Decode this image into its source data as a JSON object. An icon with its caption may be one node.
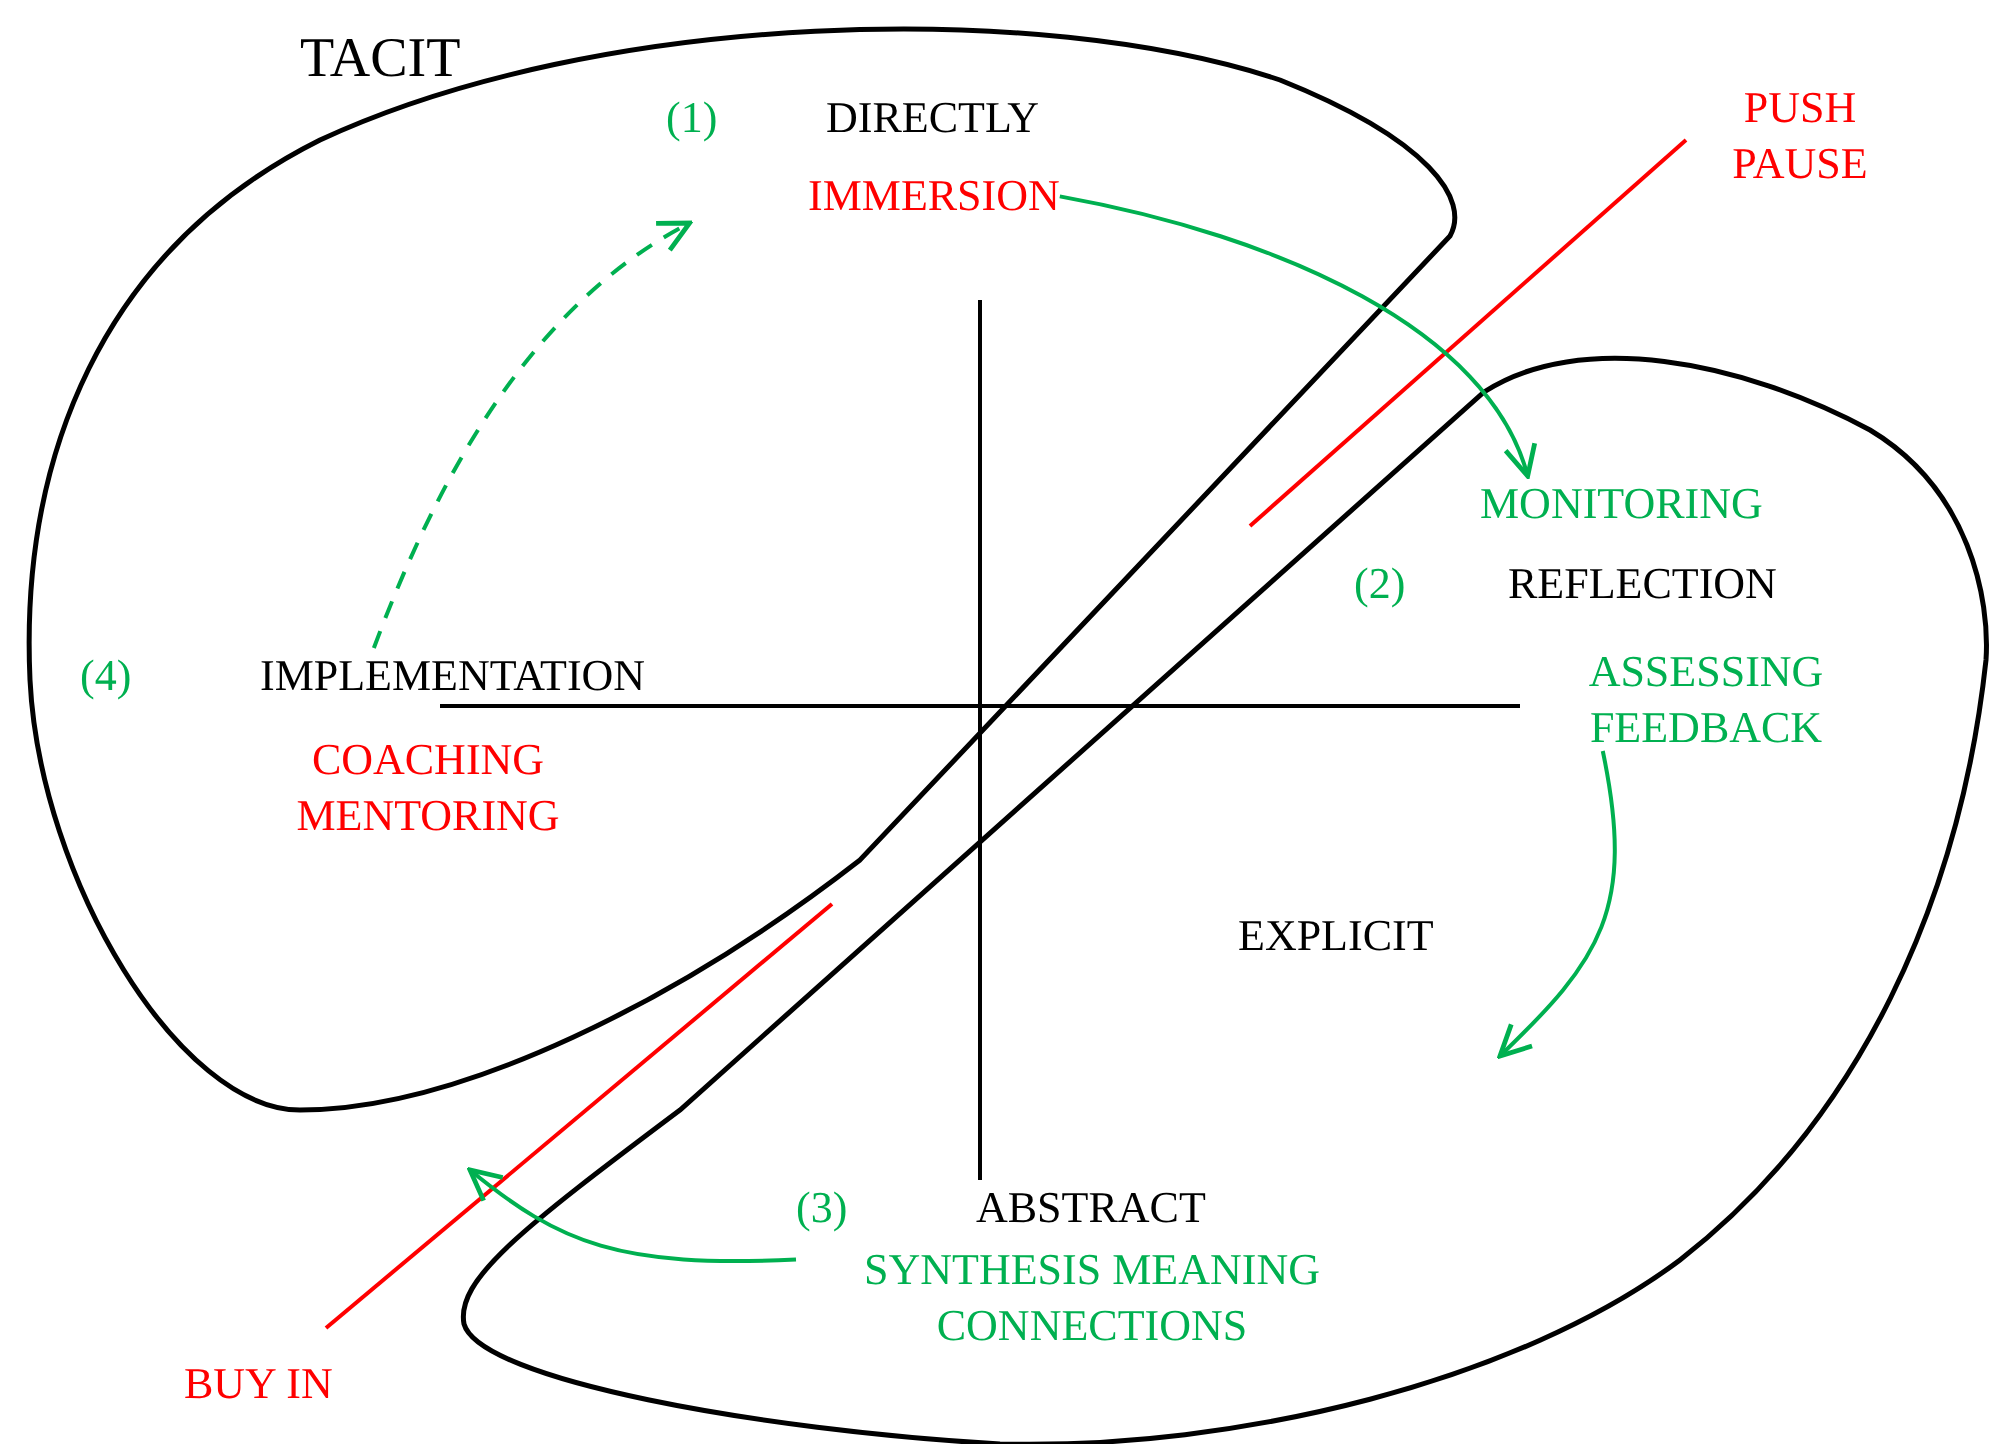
{
  "diagram": {
    "nodes": [
      {
        "text": [
          "TACIT"
        ]
      },
      {
        "text": [
          "EXPLICIT"
        ]
      },
      {
        "text": [
          "(1)",
          "DIRECTLY",
          "IMMERSION"
        ],
        "in": 0
      },
      {
        "text": [
          "MONITORING",
          "(2)",
          "REFLECTION",
          "ASSESSING FEEDBACK"
        ],
        "in": 1
      },
      {
        "text": [
          "(3)",
          "ABSTRACT",
          "SYNTHESIS MEANING CONNECTIONS"
        ],
        "in": 1
      },
      {
        "text": [
          "(4)",
          "IMPLEMENTATION",
          "COACHING MENTORING"
        ],
        "in": 0
      }
    ],
    "edges": [
      {
        "from": 2,
        "to": 3,
        "arrow": "to"
      },
      {
        "from": 3,
        "to": null,
        "arrow": "to"
      },
      {
        "from": 4,
        "to": null,
        "arrow": "to"
      },
      {
        "from": 5,
        "to": 2,
        "arrow": "to",
        "style": "dashed"
      }
    ],
    "labels": [
      "PUSH PAUSE",
      "BUY IN"
    ]
  }
}
